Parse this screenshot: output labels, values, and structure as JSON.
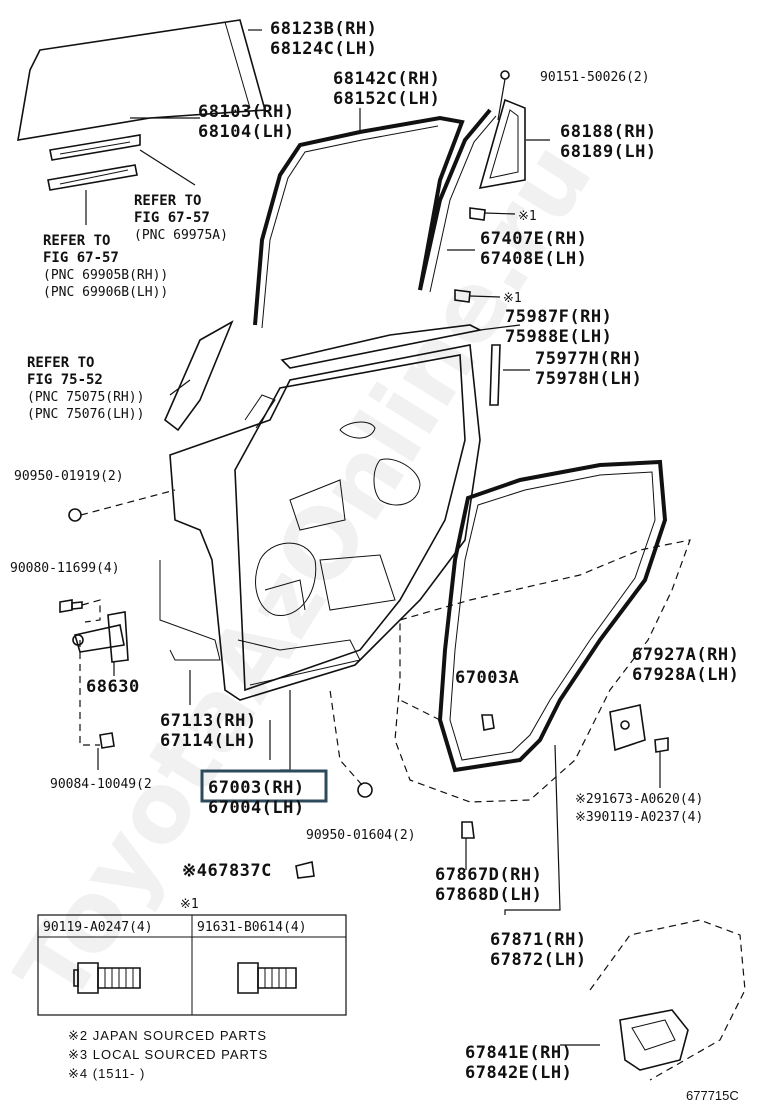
{
  "labels": {
    "p68123b": "68123B(RH)",
    "p68124c": "68124C(LH)",
    "p68142c": "68142C(RH)",
    "p68152c": "68152C(LH)",
    "p90151": "90151-50026(2)",
    "p68103": "68103(RH)",
    "p68104": "68104(LH)",
    "p68188": "68188(RH)",
    "p68189": "68189(LH)",
    "refer1_l1": "REFER TO",
    "refer1_l2": "FIG 67-57",
    "refer1_l3": "(PNC 69975A)",
    "refer2_l1": "REFER TO",
    "refer2_l2": "FIG 67-57",
    "refer2_l3": "(PNC 69905B(RH))",
    "refer2_l4": "(PNC 69906B(LH))",
    "mark1a": "※1",
    "p67407e": "67407E(RH)",
    "p67408e": "67408E(LH)",
    "mark1b": "※1",
    "p75987f": "75987F(RH)",
    "p75988e": "75988E(LH)",
    "refer3_l1": "REFER TO",
    "refer3_l2": "FIG 75-52",
    "refer3_l3": "(PNC 75075(RH))",
    "refer3_l4": "(PNC 75076(LH))",
    "p75977h": "75977H(RH)",
    "p75978h": "75978H(LH)",
    "p90950_01919": "90950-01919(2)",
    "p90080": "90080-11699(4)",
    "p68630": "68630",
    "p67003a": "67003A",
    "p67927a": "67927A(RH)",
    "p67928a": "67928A(LH)",
    "p67113": "67113(RH)",
    "p67114": "67114(LH)",
    "p90084": "90084-10049(2",
    "p67003": "67003(RH)",
    "p67004": "67004(LH)",
    "p91673": "※291673-A0620(4)",
    "p90119_0237": "※390119-A0237(4)",
    "p90950_01604": "90950-01604(2)",
    "p67837c": "※467837C",
    "p67867d": "67867D(RH)",
    "p67868d": "67868D(LH)",
    "table_mark": "※1",
    "table_col1": "90119-A0247(4)",
    "table_col2": "91631-B0614(4)",
    "p67871": "67871(RH)",
    "p67872": "67872(LH)",
    "note1": "※2 JAPAN SOURCED PARTS",
    "note2": "※3 LOCAL SOURCED PARTS",
    "note3": "※4 (1511-     )",
    "p67841e": "67841E(RH)",
    "p67842e": "67842E(LH)",
    "fig_id": "677715C"
  },
  "highlight_color": "#2c4a5c",
  "watermark": "ToyotaAzOnline.ru"
}
